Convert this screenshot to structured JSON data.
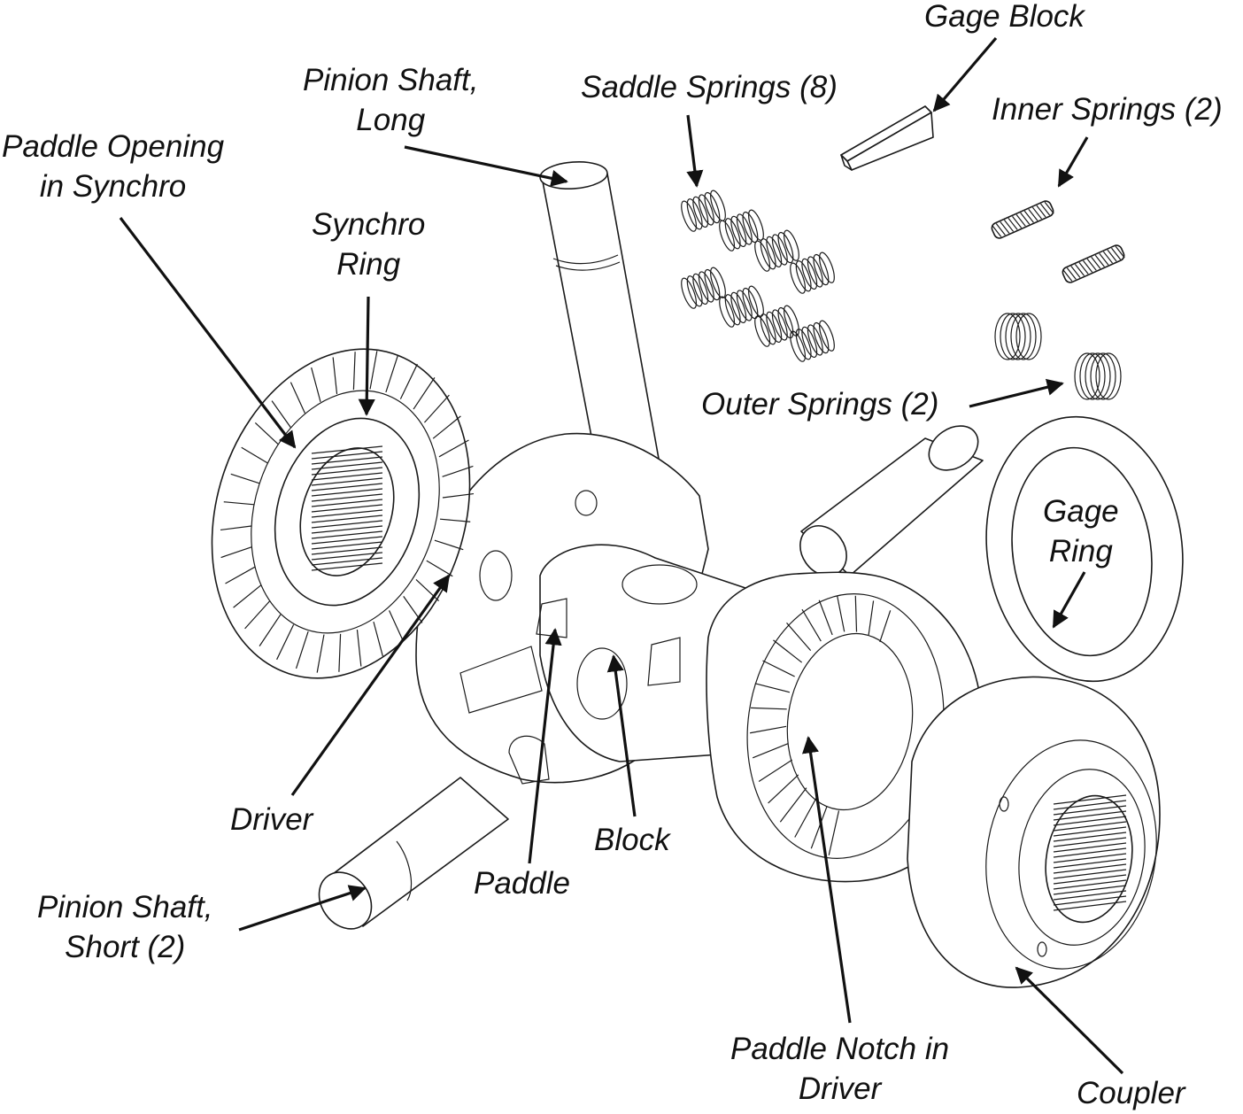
{
  "diagram": {
    "title": "Exploded view of locking differential assembly",
    "colors": {
      "line": "#111111",
      "background": "#ffffff"
    },
    "labels": {
      "gage_block": {
        "lines": [
          "Gage Block"
        ]
      },
      "pinion_shaft_long": {
        "lines": [
          "Pinion Shaft,",
          "Long"
        ]
      },
      "saddle_springs": {
        "lines": [
          "Saddle Springs (8)"
        ]
      },
      "inner_springs": {
        "lines": [
          "Inner Springs (2)"
        ]
      },
      "paddle_opening": {
        "lines": [
          "Paddle Opening",
          "in Synchro"
        ]
      },
      "synchro_ring": {
        "lines": [
          "Synchro",
          "Ring"
        ]
      },
      "outer_springs": {
        "lines": [
          "Outer Springs (2)"
        ]
      },
      "gage_ring": {
        "lines": [
          "Gage",
          "Ring"
        ]
      },
      "driver": {
        "lines": [
          "Driver"
        ]
      },
      "block": {
        "lines": [
          "Block"
        ]
      },
      "paddle": {
        "lines": [
          "Paddle"
        ]
      },
      "pinion_shaft_short": {
        "lines": [
          "Pinion Shaft,",
          "Short (2)"
        ]
      },
      "paddle_notch": {
        "lines": [
          "Paddle Notch in",
          "Driver"
        ]
      },
      "coupler": {
        "lines": [
          "Coupler"
        ]
      }
    }
  }
}
